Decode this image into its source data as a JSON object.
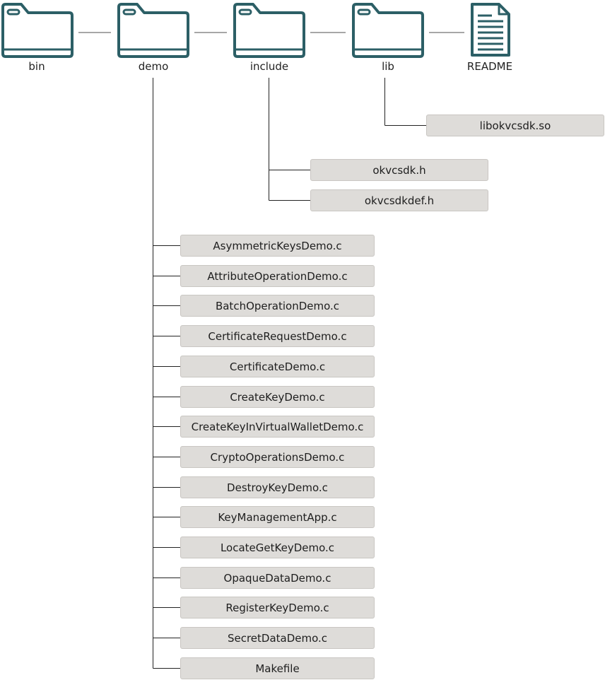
{
  "colors": {
    "icon_stroke": "#2c5f66",
    "file_box_bg": "#dedcd9",
    "line": "#222222",
    "sibling_line": "#8a8a8a"
  },
  "top_level": [
    {
      "label": "bin",
      "icon": "folder-icon"
    },
    {
      "label": "demo",
      "icon": "folder-icon"
    },
    {
      "label": "include",
      "icon": "folder-icon"
    },
    {
      "label": "lib",
      "icon": "folder-icon"
    },
    {
      "label": "README",
      "icon": "document-icon"
    }
  ],
  "lib_files": [
    "libokvcsdk.so"
  ],
  "include_files": [
    "okvcsdk.h",
    "okvcsdkdef.h"
  ],
  "demo_files": [
    "AsymmetricKeysDemo.c",
    "AttributeOperationDemo.c",
    "BatchOperationDemo.c",
    "CertificateRequestDemo.c",
    "CertificateDemo.c",
    "CreateKeyDemo.c",
    "CreateKeyInVirtualWalletDemo.c",
    "CryptoOperationsDemo.c",
    "DestroyKeyDemo.c",
    "KeyManagementApp.c",
    "LocateGetKeyDemo.c",
    "OpaqueDataDemo.c",
    "RegisterKeyDemo.c",
    "SecretDataDemo.c",
    "Makefile"
  ]
}
